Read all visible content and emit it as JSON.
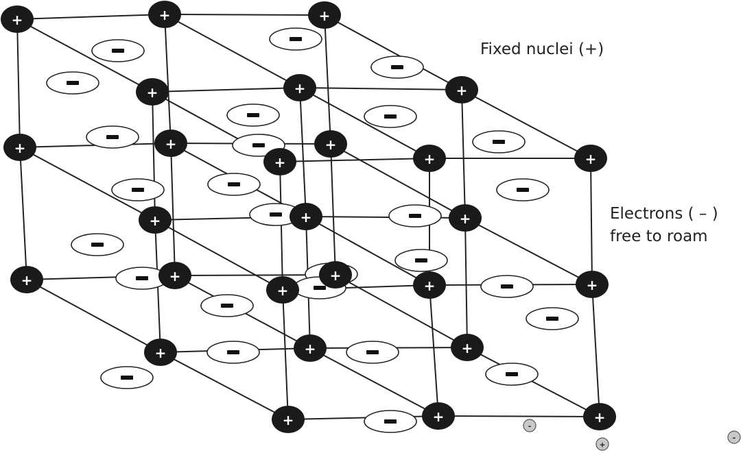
{
  "labels": {
    "nuclei": "Fixed nuclei (+)",
    "electrons_line1": "Electrons ( – )",
    "electrons_line2": "free to roam"
  },
  "symbols": {
    "positive": "+",
    "negative": "-"
  },
  "colors": {
    "nucleus_fill": "#1a1a1a",
    "nucleus_text": "#ffffff",
    "line": "#222222",
    "electron_dash": "#111111",
    "mini_fill": "#c8c8c8"
  }
}
